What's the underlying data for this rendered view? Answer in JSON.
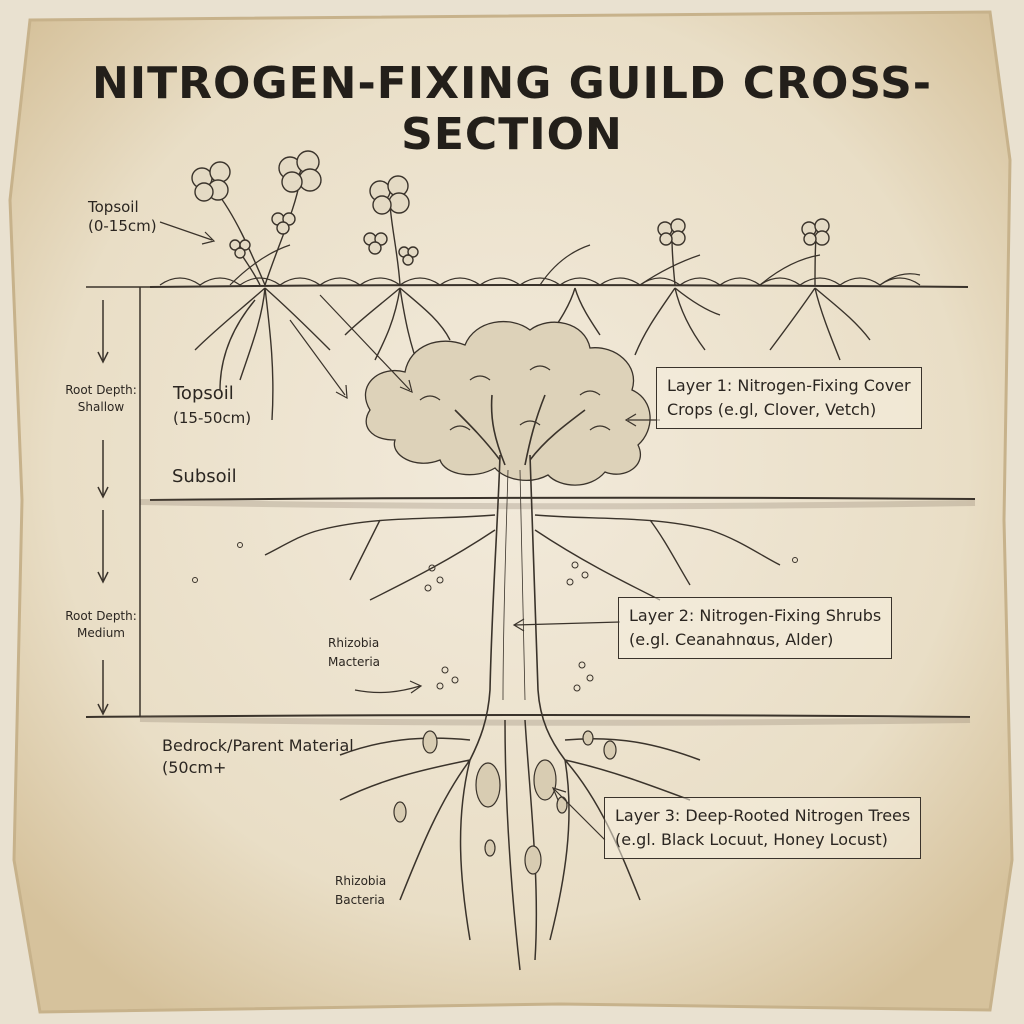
{
  "title": "NITROGEN-FIXING GUILD CROSS-SECTION",
  "labels": {
    "topsoil_top": "Topsoil",
    "topsoil_top_range": "(0-15cm)",
    "topsoil_mid": "Topsoil",
    "topsoil_mid_range": "(15-50cm)",
    "subsoil": "Subsoil",
    "bedrock": "Bedrock/Parent Material",
    "bedrock_range": "(50cm+",
    "root_depth_shallow_1": "Root Depth:",
    "root_depth_shallow_2": "Shallow",
    "root_depth_medium_1": "Root Depth:",
    "root_depth_medium_2": "Medium",
    "rhizobia_mid_1": "Rhizobia",
    "rhizobia_mid_2": "Macteria",
    "rhizobia_low_1": "Rhizobia",
    "rhizobia_low_2": "Bacteria"
  },
  "layers": [
    {
      "line1": "Layer 1: Nitrogen-Fixing Cover",
      "line2": "Crops (e.gl, Clover, Vetch)"
    },
    {
      "line1": "Layer 2: Nitrogen-Fixing Shrubs",
      "line2": "(e.gl. Ceanahnαus, Alder)"
    },
    {
      "line1": "Layer 3: Deep-Rooted Nitrogen Trees",
      "line2": "(e.gl. Black Locuut, Honey Locust)"
    }
  ],
  "colors": {
    "paper": "#efe6d2",
    "ink": "#2b2621",
    "edge": "#c9b48e"
  }
}
